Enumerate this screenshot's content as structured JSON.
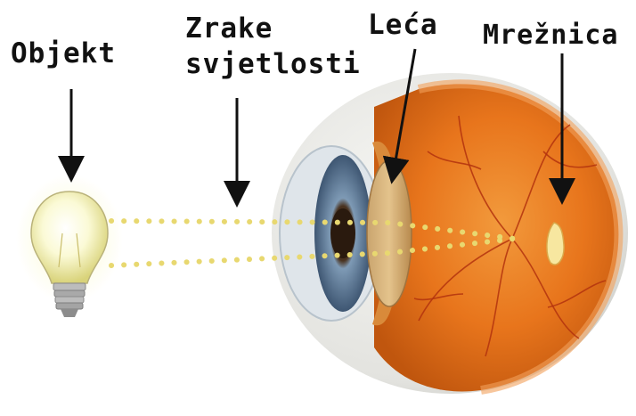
{
  "labels": {
    "object": "Objekt",
    "rays_line1": "Zrake",
    "rays_line2": "svjetlosti",
    "lens": "Leća",
    "retina": "Mrežnica"
  },
  "colors": {
    "text": "#111111",
    "arrow": "#111111",
    "light_rays": "#e8d870",
    "eyeball_orange": "#e8751c",
    "iris_blue": "#5e7d9e",
    "sclera": "#e9e9e6",
    "bulb_glow": "#f6f3a8"
  },
  "icons": [
    "light-bulb-icon",
    "eye-cross-section-icon"
  ]
}
